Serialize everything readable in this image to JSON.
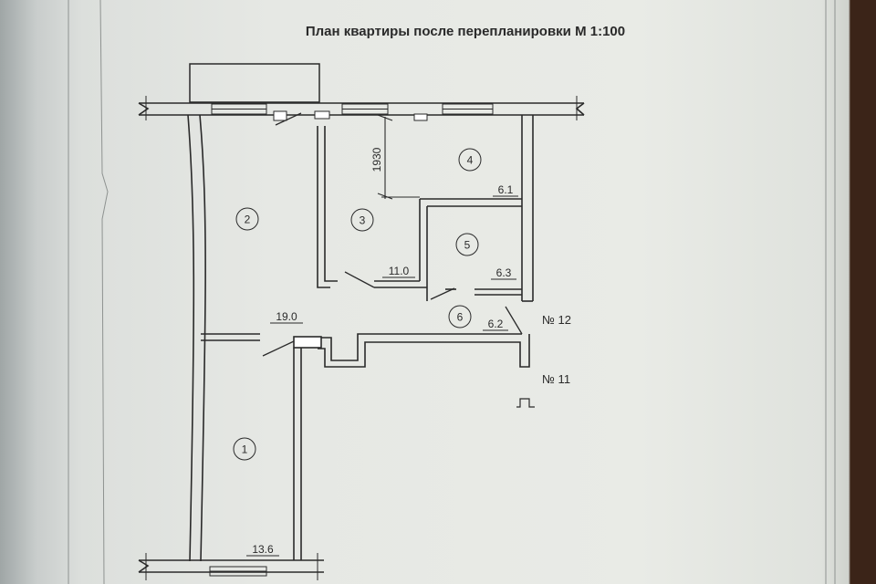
{
  "title": "План квартиры после перепланировки М 1:100",
  "rooms": [
    {
      "number": "1",
      "area": "13.6"
    },
    {
      "number": "2",
      "area": "19.0"
    },
    {
      "number": "3",
      "area": "11.0"
    },
    {
      "number": "4",
      "area": "6.1"
    },
    {
      "number": "5",
      "area": "6.3"
    },
    {
      "number": "6",
      "area": "6.2"
    }
  ],
  "apartments": {
    "upper": "№ 12",
    "lower": "№ 11"
  },
  "dimension": "1930",
  "colors": {
    "ink": "#2a2a2a",
    "paper": "#e9ebe6",
    "wall_fill": "#ffffff"
  }
}
